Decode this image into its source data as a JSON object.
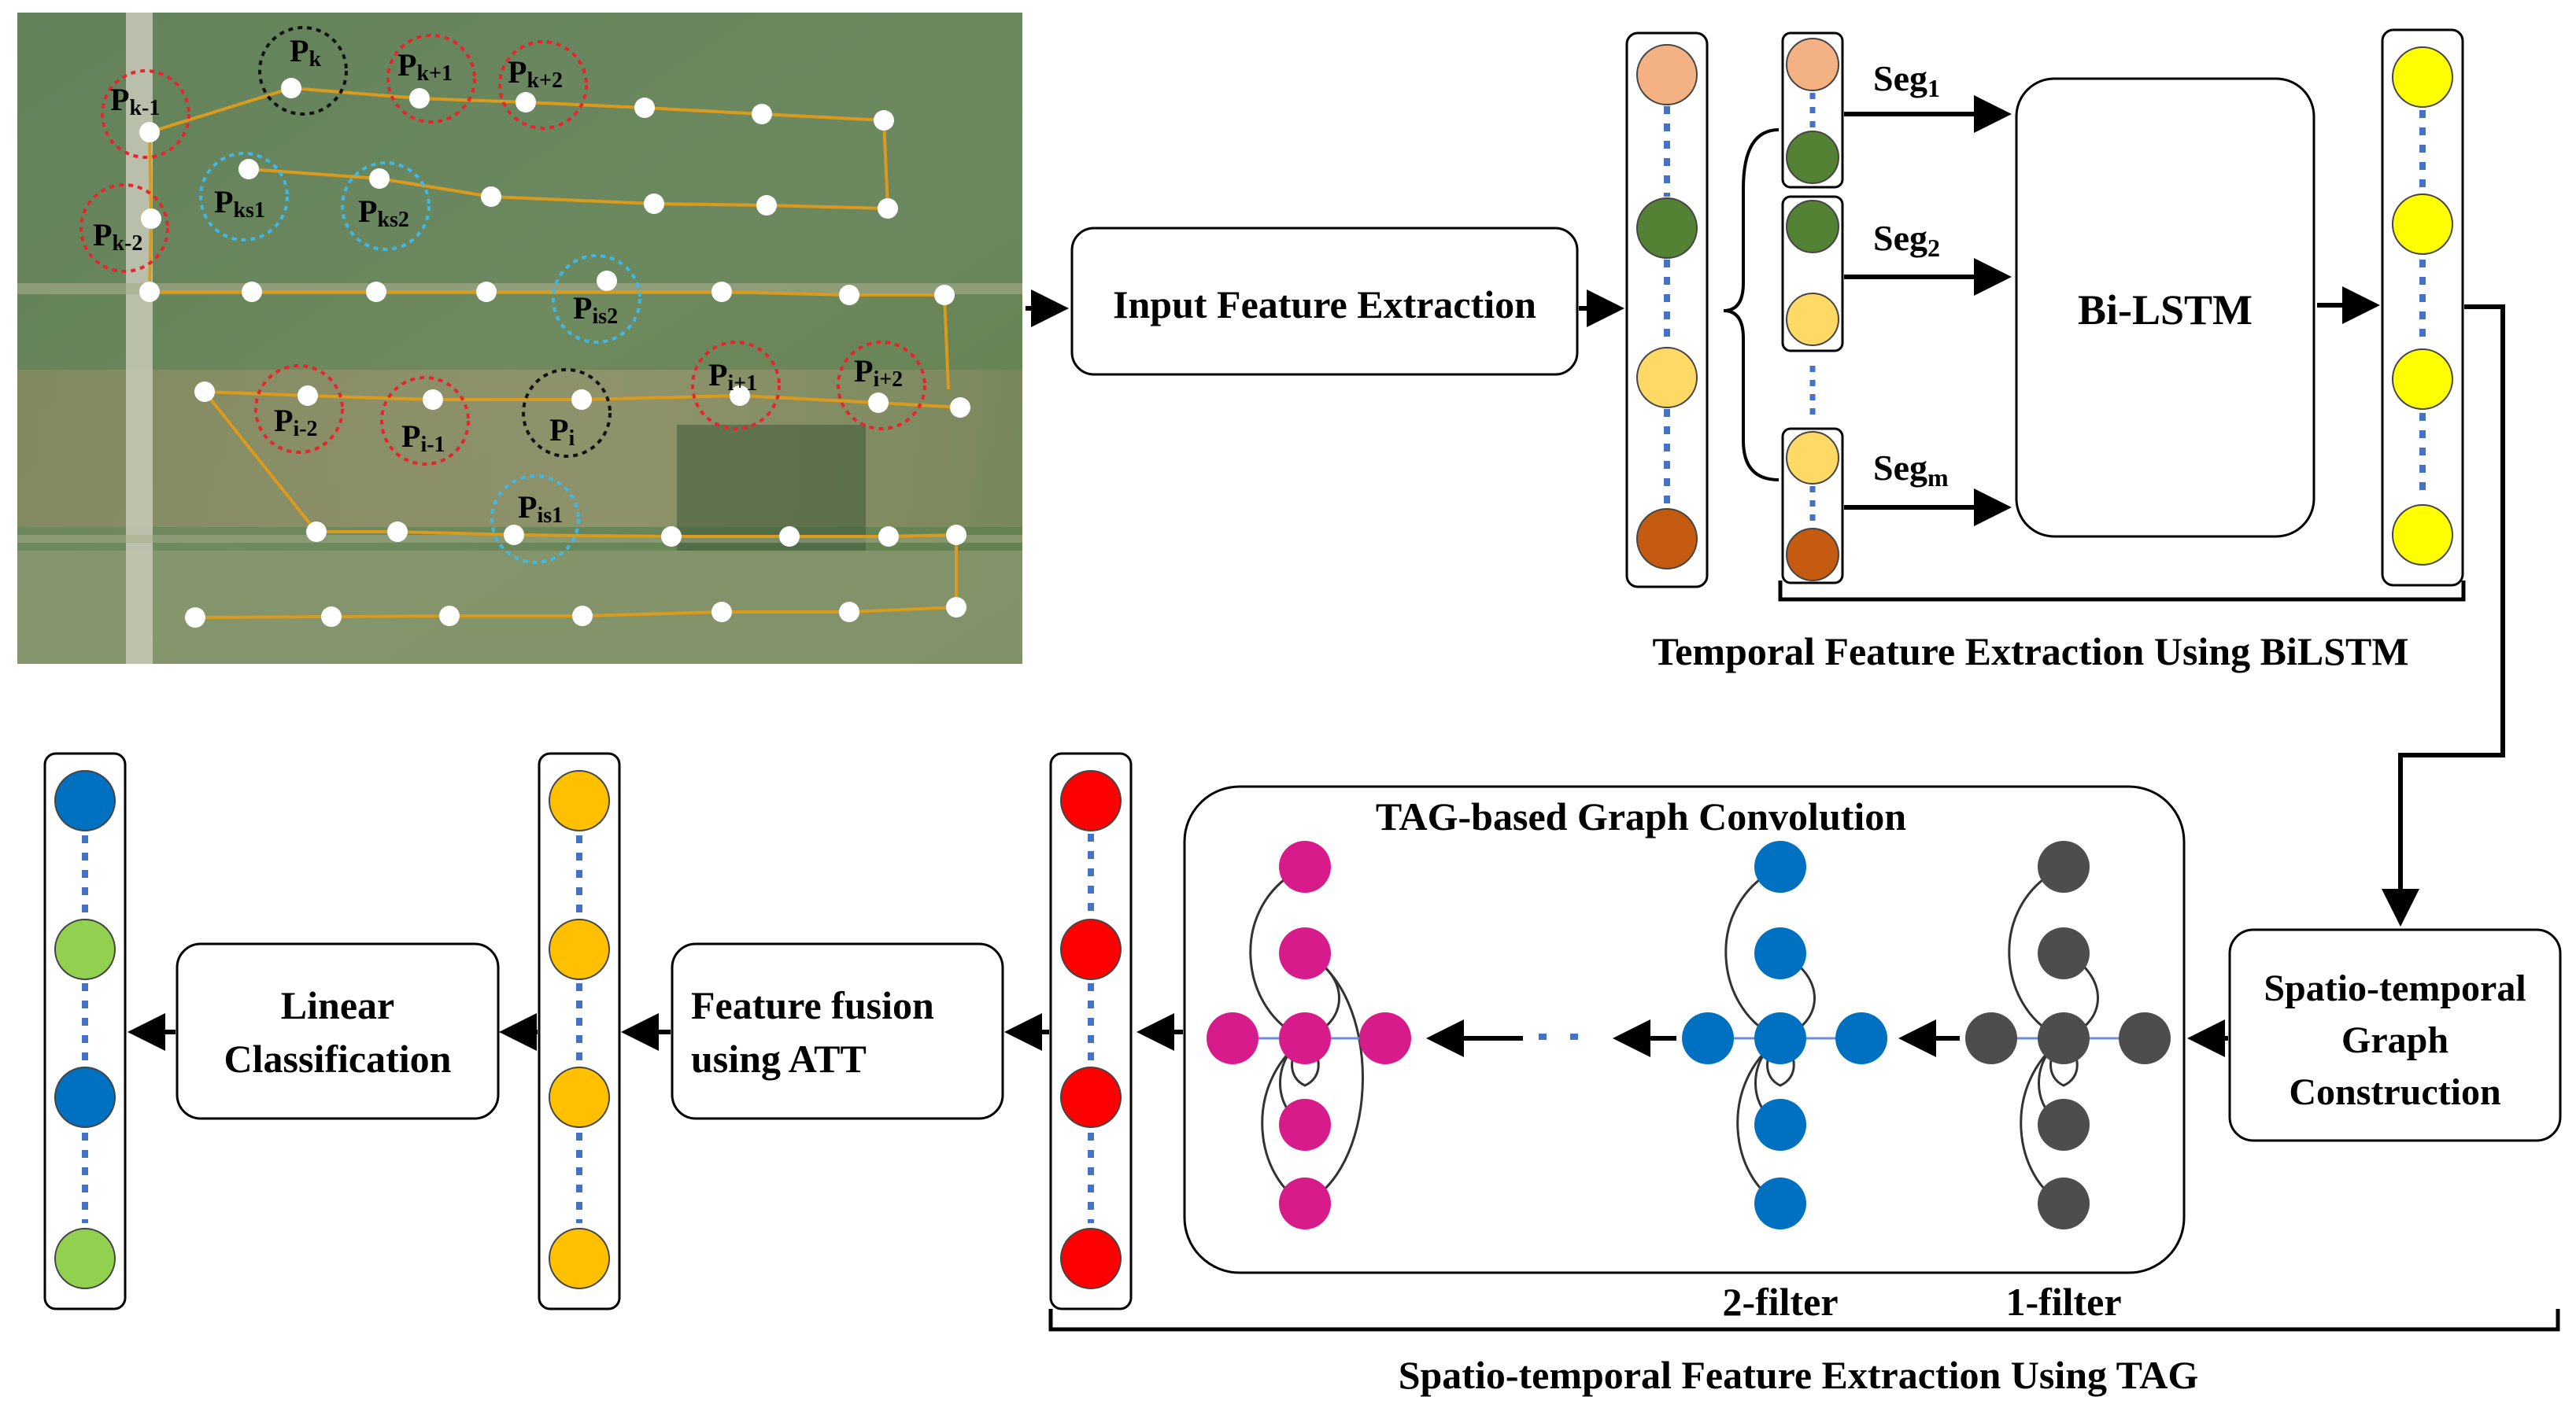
{
  "map": {
    "points": {
      "pk": "P",
      "pk_sub": "k",
      "pk1": "P",
      "pk1_sub": "k+1",
      "pk2": "P",
      "pk2_sub": "k+2",
      "pkm1": "P",
      "pkm1_sub": "k-1",
      "pkm2": "P",
      "pkm2_sub": "k-2",
      "pks1": "P",
      "pks1_sub": "ks1",
      "pks2": "P",
      "pks2_sub": "ks2",
      "pis2": "P",
      "pis2_sub": "is2",
      "pi1": "P",
      "pi1_sub": "i+1",
      "pi2": "P",
      "pi2_sub": "i+2",
      "pim2": "P",
      "pim2_sub": "i-2",
      "pim1": "P",
      "pim1_sub": "i-1",
      "pi": "P",
      "pi_sub": "i",
      "pis1": "P",
      "pis1_sub": "is1"
    }
  },
  "boxes": {
    "input_feature": "Input Feature Extraction",
    "bilstm": "Bi-LSTM",
    "stgc_line1": "Spatio-temporal",
    "stgc_line2": "Graph",
    "stgc_line3": "Construction",
    "fusion_line1": "Feature fusion",
    "fusion_line2": "using ATT",
    "linear_line1": "Linear",
    "linear_line2": "Classification"
  },
  "segments": {
    "seg1": "Seg",
    "seg1_sub": "1",
    "seg2": "Seg",
    "seg2_sub": "2",
    "segm": "Seg",
    "segm_sub": "m"
  },
  "captions": {
    "temporal": "Temporal Feature Extraction Using BiLSTM",
    "tag_title": "TAG-based Graph Convolution",
    "filter2": "2-filter",
    "filter1": "1-filter",
    "spatiotemporal": "Spatio-temporal Feature Extraction Using TAG"
  },
  "colors": {
    "node_peach": "#f4b183",
    "node_green": "#548235",
    "node_yellow_light": "#ffd966",
    "node_brown": "#c55a11",
    "node_yellow": "#ffff00",
    "node_red": "#ff0000",
    "node_orange": "#ffc000",
    "node_blue": "#0070c0",
    "node_lightgreen": "#92d050",
    "node_magenta": "#d81b8a",
    "node_gray": "#4d4d4d",
    "dots": "#4472c4",
    "ring_red": "#e8242c",
    "ring_black": "#111111",
    "ring_cyan": "#3fb8e8",
    "track": "#d99a1e"
  }
}
